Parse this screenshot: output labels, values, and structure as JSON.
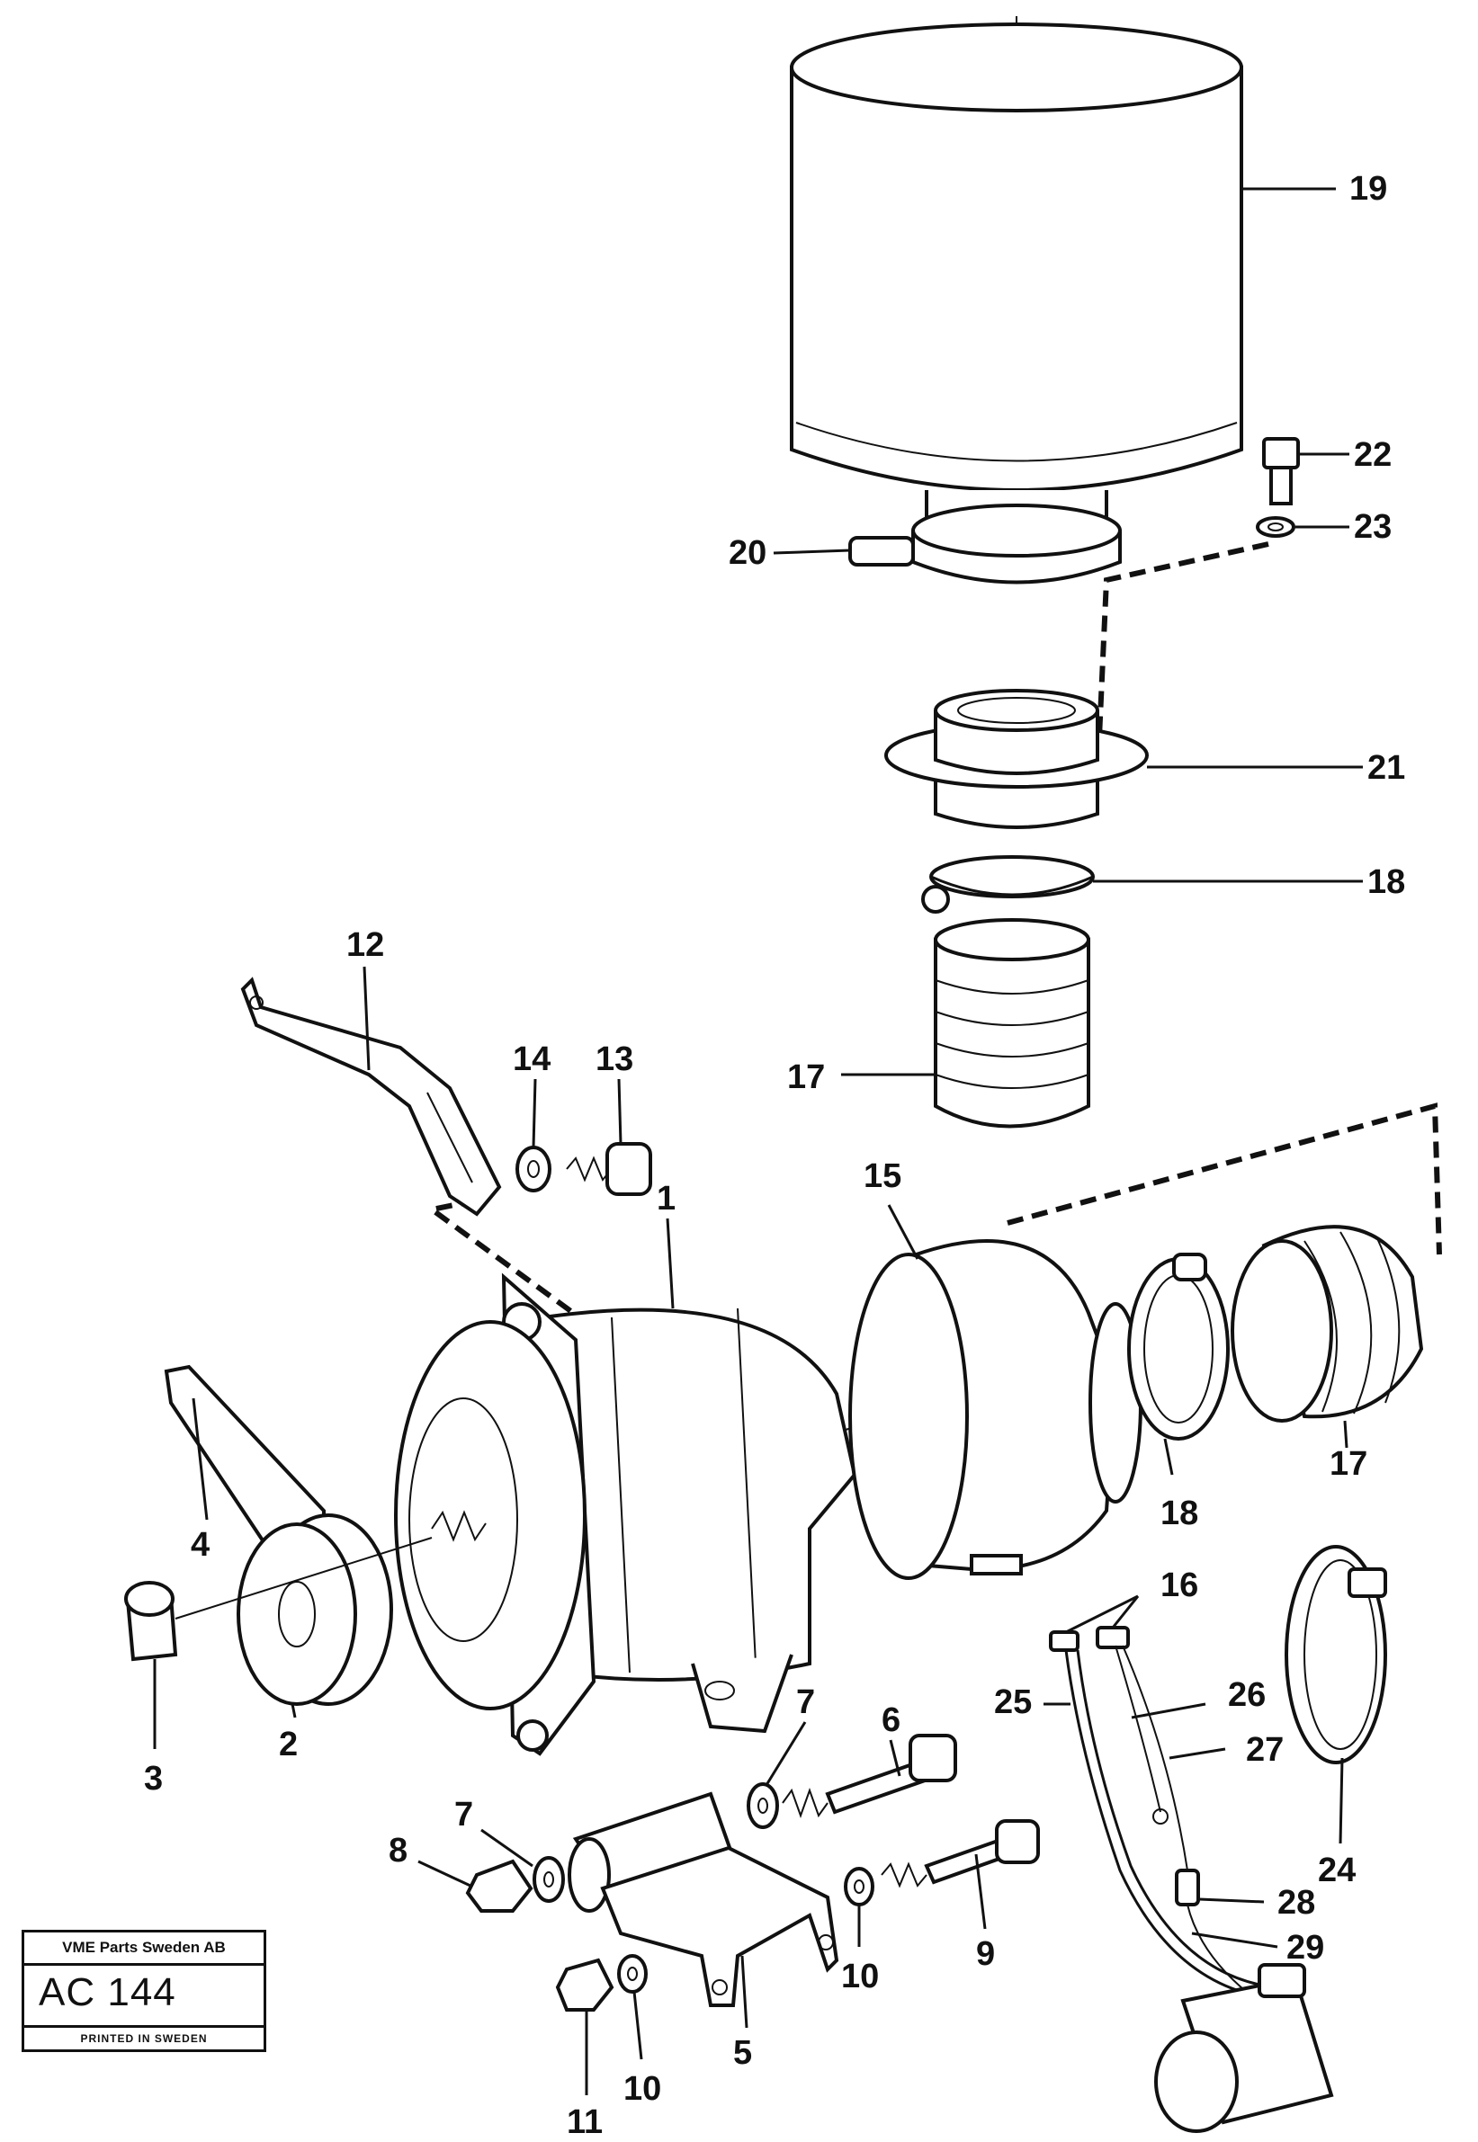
{
  "callouts": [
    {
      "id": "1",
      "text": "1"
    },
    {
      "id": "2",
      "text": "2"
    },
    {
      "id": "3",
      "text": "3"
    },
    {
      "id": "4",
      "text": "4"
    },
    {
      "id": "5",
      "text": "5"
    },
    {
      "id": "6",
      "text": "6"
    },
    {
      "id": "7a",
      "text": "7"
    },
    {
      "id": "7b",
      "text": "7"
    },
    {
      "id": "8",
      "text": "8"
    },
    {
      "id": "9",
      "text": "9"
    },
    {
      "id": "10a",
      "text": "10"
    },
    {
      "id": "10b",
      "text": "10"
    },
    {
      "id": "11",
      "text": "11"
    },
    {
      "id": "12",
      "text": "12"
    },
    {
      "id": "13",
      "text": "13"
    },
    {
      "id": "14",
      "text": "14"
    },
    {
      "id": "15",
      "text": "15"
    },
    {
      "id": "16",
      "text": "16"
    },
    {
      "id": "17a",
      "text": "17"
    },
    {
      "id": "17b",
      "text": "17"
    },
    {
      "id": "18a",
      "text": "18"
    },
    {
      "id": "18b",
      "text": "18"
    },
    {
      "id": "19",
      "text": "19"
    },
    {
      "id": "20",
      "text": "20"
    },
    {
      "id": "21",
      "text": "21"
    },
    {
      "id": "22",
      "text": "22"
    },
    {
      "id": "23",
      "text": "23"
    },
    {
      "id": "24",
      "text": "24"
    },
    {
      "id": "25",
      "text": "25"
    },
    {
      "id": "26",
      "text": "26"
    },
    {
      "id": "27",
      "text": "27"
    },
    {
      "id": "28",
      "text": "28"
    },
    {
      "id": "29",
      "text": "29"
    }
  ],
  "stamp": {
    "company": "VME Parts Sweden AB",
    "code": "AC 144",
    "printed": "PRINTED IN SWEDEN"
  }
}
